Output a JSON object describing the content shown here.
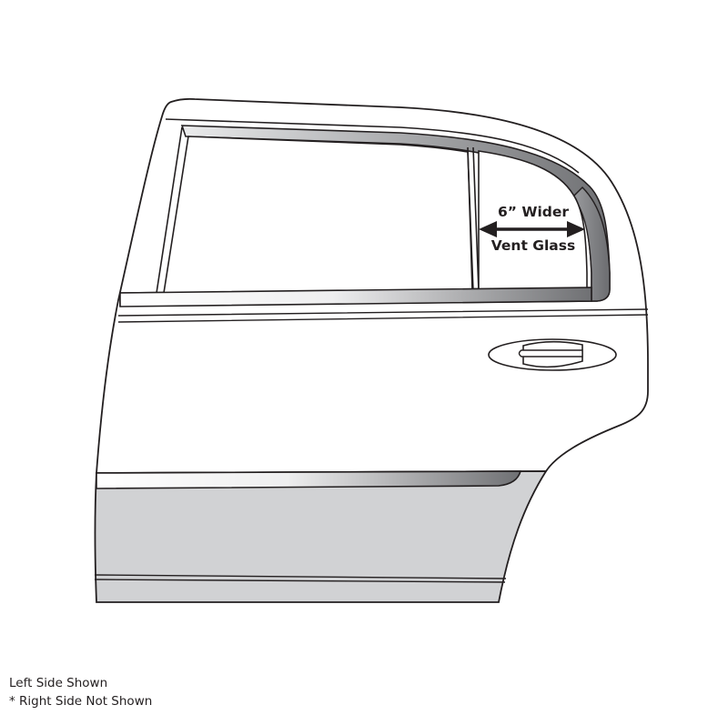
{
  "diagram": {
    "subject": "Rear door, left side",
    "annotation": {
      "line1": "6” Wider",
      "line2": "Vent Glass",
      "arrow": "double-headed-arrow"
    },
    "colors": {
      "outline": "#231f20",
      "body_fill": "#ffffff",
      "lower_panel_fill": "#d1d2d4",
      "trim_dark": "#7d7e81",
      "trim_light": "#f2f2f2"
    }
  },
  "caption": {
    "line1": "Left Side Shown",
    "line2": "* Right Side Not Shown"
  }
}
